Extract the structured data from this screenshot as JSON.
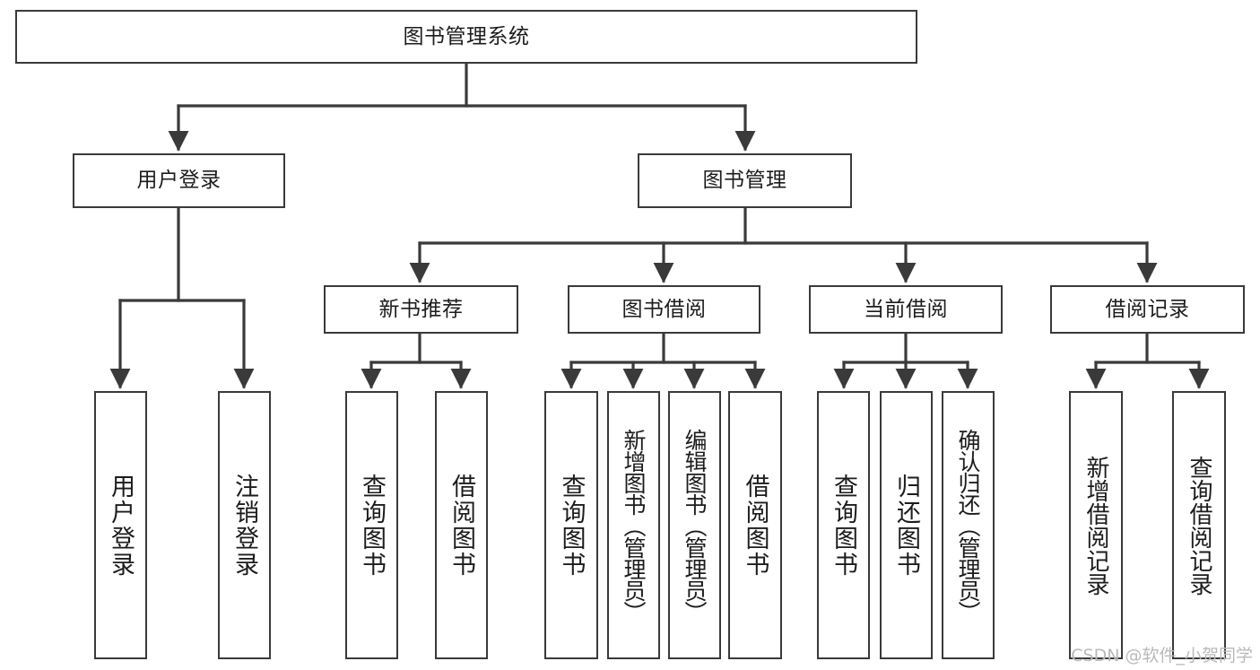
{
  "diagram": {
    "type": "tree",
    "title": "图书管理系统",
    "orientation": "top-down",
    "colors": {
      "background": "#ffffff",
      "box_border": "#3a3a3a",
      "box_fill": "#ffffff",
      "connector": "#3a3a3a",
      "text": "#1c1c1c",
      "watermark": "#b9b9b9"
    },
    "root": {
      "label": "图书管理系统"
    },
    "level1": [
      {
        "label": "用户登录"
      },
      {
        "label": "图书管理"
      }
    ],
    "level2": [
      {
        "label": "新书推荐"
      },
      {
        "label": "图书借阅"
      },
      {
        "label": "当前借阅"
      },
      {
        "label": "借阅记录"
      }
    ],
    "leaves": {
      "user_login": [
        {
          "label": "用户登录"
        },
        {
          "label": "注销登录"
        }
      ],
      "new_book_rec": [
        {
          "label": "查询图书"
        },
        {
          "label": "借阅图书"
        }
      ],
      "book_borrow": [
        {
          "label": "查询图书"
        },
        {
          "label": "新增图书（管理员）"
        },
        {
          "label": "编辑图书（管理员）"
        },
        {
          "label": "借阅图书"
        }
      ],
      "current_borrow": [
        {
          "label": "查询图书"
        },
        {
          "label": "归还图书"
        },
        {
          "label": "确认归还（管理员）"
        }
      ],
      "borrow_record": [
        {
          "label": "新增借阅记录"
        },
        {
          "label": "查询借阅记录"
        }
      ]
    }
  },
  "watermark": {
    "text": "CSDN @软件_小贺同学"
  }
}
